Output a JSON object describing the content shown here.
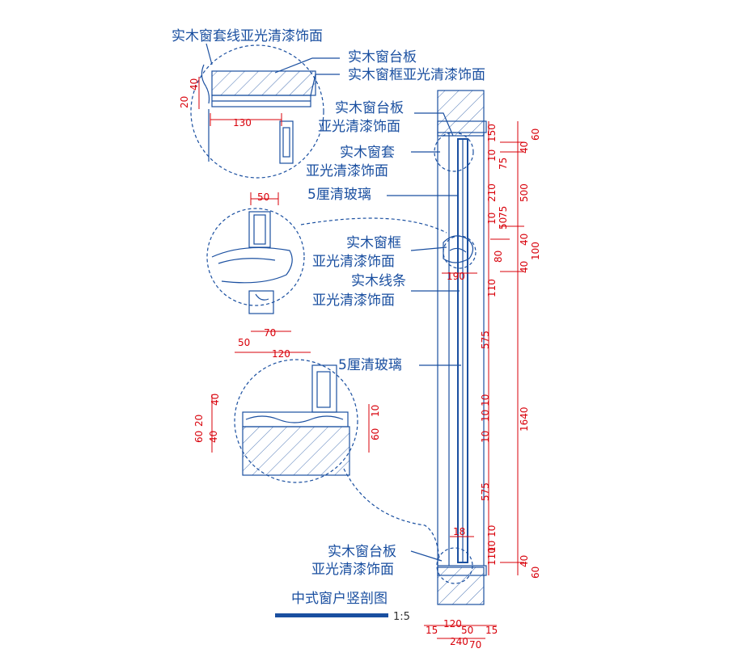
{
  "title": "中式窗户竖剖图",
  "scale": "1:5",
  "labels": {
    "top_detail_trim": "实木窗套线亚光清漆饰面",
    "top_detail_sill": "实木窗台板",
    "top_detail_frame": "实木窗框亚光清漆饰面",
    "main_sill_top_1": "实木窗台板",
    "main_sill_top_2": "亚光清漆饰面",
    "main_casing_1": "实木窗套",
    "main_casing_2": "亚光清漆饰面",
    "glass_top": "5厘清玻璃",
    "mid_frame_1": "实木窗框",
    "mid_frame_2": "亚光清漆饰面",
    "mid_strip_1": "实木线条",
    "mid_strip_2": "亚光清漆饰面",
    "glass_bottom": "5厘清玻璃",
    "bottom_sill_1": "实木窗台板",
    "bottom_sill_2": "亚光清漆饰面"
  },
  "dims": {
    "d130": "130",
    "d20": "20",
    "d40a": "40",
    "d50a": "50",
    "d70": "70",
    "d50b": "50",
    "d120": "120",
    "d20b": "20",
    "d40b": "40",
    "d60a": "60",
    "d40c": "40",
    "d60b": "60",
    "d10a": "10",
    "d190": "190",
    "d80": "80",
    "d18": "18",
    "r_10a": "10",
    "r_150": "150",
    "r_75": "75",
    "r_210": "210",
    "r_10b": "10",
    "r_50": "50",
    "r_75b": "75",
    "r_110": "110",
    "r_575a": "575",
    "r_1010": "10 10",
    "r_10c": "10",
    "r_575b": "575",
    "r_1010b": "10 10",
    "r_110b": "110",
    "f_60a": "60",
    "f_40a": "40",
    "f_500": "500",
    "f_40b": "40",
    "f_100": "100",
    "f_40c": "40",
    "f_1640": "1640",
    "f_40d": "40",
    "f_60b": "60",
    "b_15a": "15",
    "b_120": "120",
    "b_50": "50",
    "b_15b": "15",
    "b_240": "240",
    "b_70": "70"
  },
  "colors": {
    "line": "#1a4fa0",
    "dimension": "#d8000a",
    "background": "#ffffff"
  }
}
